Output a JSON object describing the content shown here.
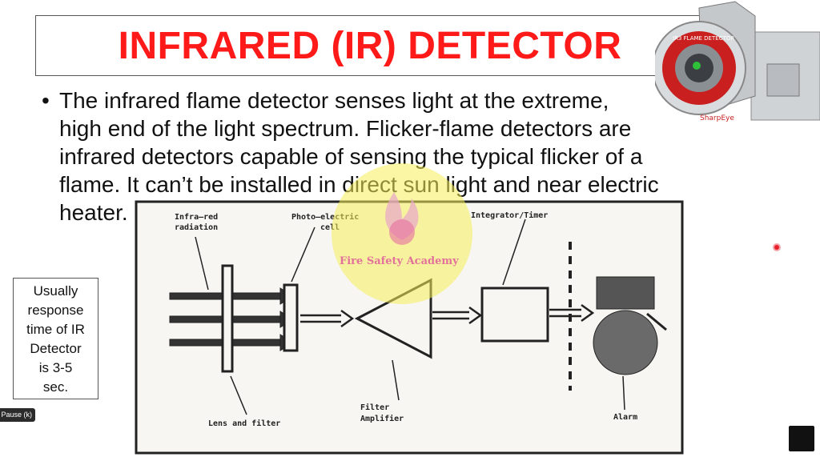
{
  "slide": {
    "title": "INFRARED (IR) DETECTOR",
    "bullet_line1": "The infrared flame detector senses light at the extreme,",
    "bullet_line2": "high end of the light spectrum. Flicker-flame detectors are",
    "bullet_line3": "infrared detectors capable of sensing the typical flicker of a",
    "bullet_line4": "flame. It can’t be installed in direct sun light and near electric",
    "bullet_line5": "heater."
  },
  "note": {
    "line1": "Usually",
    "line2": "response",
    "line3": "time of IR",
    "line4": "Detector",
    "line5": "is 3-5",
    "line6": "sec."
  },
  "diagram": {
    "infra_red_1": "Infra—red",
    "infra_red_2": "radiation",
    "photo_1": "Photo—electric",
    "photo_2": "cell",
    "integrator": "Integrator/Timer",
    "lens": "Lens and filter",
    "filter_1": "Filter",
    "filter_2": "Amplifier",
    "alarm": "Alarm"
  },
  "product": {
    "brand": "SharpEye",
    "ring_text": "IR3 FLAME DETECTOR"
  },
  "watermark": {
    "text": "Fire Safety Academy"
  },
  "controls": {
    "pause_label": "Pause (k)"
  },
  "colors": {
    "title_red": "#ff1a1a",
    "cursor_red": "#e8202a",
    "watermark_yellow": "#f5ee5a"
  }
}
